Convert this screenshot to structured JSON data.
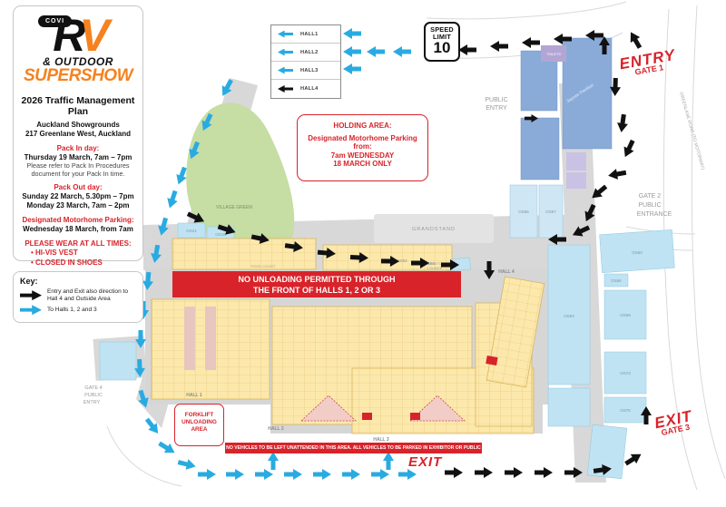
{
  "colors": {
    "red": "#d8232a",
    "orange": "#f5821f",
    "blue_arrow": "#29abe2",
    "black_arrow": "#111111",
    "hall_yellow": "#fce8ab",
    "site_blue": "#bfe3f3",
    "building_blue": "#8aabd8",
    "village_green": "#c6dda4",
    "road_grey": "#d8d8d8"
  },
  "logo": {
    "badge": "COVI",
    "r": "R",
    "v": "V",
    "outdoor": "& OUTDOOR",
    "supershow": "SUPERSHOW"
  },
  "panel": {
    "title": "2026 Traffic Management Plan",
    "venue": "Auckland Showgrounds",
    "address": "217 Greenlane West, Auckland",
    "pack_in_heading": "Pack In day:",
    "pack_in_time": "Thursday 19 March, 7am – 7pm",
    "pack_in_note1": "Please refer to Pack In Procedures",
    "pack_in_note2": "document for your Pack In time.",
    "pack_out_heading": "Pack Out day:",
    "pack_out_line1": "Sunday 22 March, 5.30pm – 7pm",
    "pack_out_line2": "Monday 23 March, 7am – 2pm",
    "motorhome_heading": "Designated Motorhome Parking:",
    "motorhome_line": "Wednesday 18 March, from 7am",
    "wear_heading": "PLEASE WEAR AT ALL TIMES:",
    "wear_item1": "•  HI-VIS VEST",
    "wear_item2": "•  CLOSED IN SHOES"
  },
  "key": {
    "heading": "Key:",
    "black_label1": "Entry and Exit also direction to",
    "black_label2": "Hall 4 and Outside Area",
    "blue_label": "To Halls 1, 2 and 3"
  },
  "halls_legend": {
    "rows": [
      {
        "label": "HALL1",
        "color": "blue"
      },
      {
        "label": "HALL2",
        "color": "blue"
      },
      {
        "label": "HALL3",
        "color": "blue"
      },
      {
        "label": "HALL4",
        "color": "black"
      }
    ]
  },
  "speed_sign": {
    "word1": "SPEED",
    "word2": "LIMIT",
    "value": "10"
  },
  "holding": {
    "heading": "HOLDING AREA:",
    "line1": "Designated Motorhome Parking",
    "line2": "from:",
    "line3": "7am WEDNESDAY",
    "line4": "18 MARCH ONLY"
  },
  "banners": {
    "no_unloading1": "NO UNLOADING PERMITTED THROUGH",
    "no_unloading2": "THE FRONT OF HALLS 1, 2 OR 3",
    "no_vehicles": "NO VEHICLES TO BE LEFT UNATTENDED IN THIS AREA. ALL VEHICLES TO BE PARKED IN EXHIBITOR OR PUBLIC PARKING."
  },
  "forklift": {
    "line1": "FORKLIFT",
    "line2": "UNLOADING",
    "line3": "AREA"
  },
  "gates": {
    "entry_word": "ENTRY",
    "entry_gate": "GATE 1",
    "exit3_word": "EXIT",
    "exit3_gate": "GATE 3",
    "exit_bottom": "EXIT"
  },
  "map_labels": {
    "village_green": "VILLAGE GREEN",
    "grandstand": "GRANDSTAND",
    "public_entry1": "PUBLIC",
    "public_entry2": "ENTRY",
    "gate2_1": "GATE 2",
    "gate2_2": "PUBLIC",
    "gate2_3": "ENTRANCE",
    "gate4_1": "GATE 4",
    "gate4_2": "PUBLIC",
    "gate4_3": "ENTRY",
    "greenlane": "GREENLANE ROAD (TO MOTORWAY)",
    "hall1": "HALL 1",
    "hall2": "HALL 2",
    "hall3": "HALL 3",
    "hall4": "HALL 4",
    "jaycee": "Jaycee Pavilion",
    "toilets": "TOILETS",
    "food_court": "FOOD COURT",
    "exhibitor1": "EXHIBITOR",
    "exhibitor2": "LOUNGE"
  },
  "sites": {
    "os21": "OS21",
    "os15": "OS15",
    "os52": "OS52",
    "os54": "OS54",
    "os55": "OS55",
    "os57": "OS57",
    "os60": "OS60",
    "os63": "OS63",
    "os66": "OS66",
    "os69": "OS69",
    "os73": "OS73",
    "os75": "OS75"
  }
}
